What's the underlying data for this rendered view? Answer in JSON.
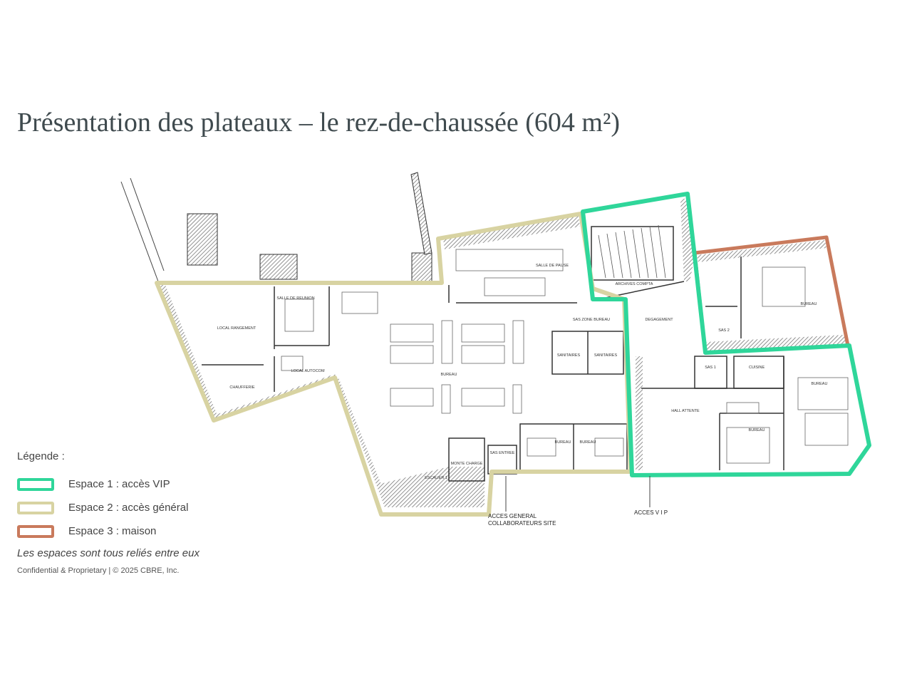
{
  "title": "Présentation des plateaux – le rez-de-chaussée (604 m²)",
  "legend": {
    "title": "Légende :",
    "items": [
      {
        "label": "Espace 1 : accès VIP",
        "color": "#2fd69a"
      },
      {
        "label": "Espace 2 : accès général",
        "color": "#d8d3a2"
      },
      {
        "label": "Espace 3 : maison",
        "color": "#c97a5c"
      }
    ],
    "note": "Les espaces sont tous reliés entre eux"
  },
  "footer": "Confidential & Proprietary | © 2025 CBRE, Inc.",
  "plan": {
    "rooms": {
      "rangement": "LOCAL RANGEMENT",
      "reunion": "SALLE DE REUNION",
      "chaufferie": "CHAUFFERIE",
      "autocom": "LOCAL AUTOCOM",
      "bureau_open": "BUREAU",
      "pause": "SALLE DE PAUSE",
      "archives": "ARCHIVES COMPTA",
      "sas_zone": "SAS ZONE BUREAU",
      "degagement": "DEGAGEMENT",
      "sanitaire1": "SANITAIRES",
      "sanitaire2": "SANITAIRES",
      "hall": "HALL ATTENTE",
      "cuisine": "CUISINE",
      "sas1": "SAS 1",
      "sas2": "SAS 2",
      "bureau_maison": "BUREAU",
      "bureau_vip1": "BUREAU",
      "bureau_vip2": "BUREAU",
      "bureau_12": "BUREAU",
      "bureau_14": "BUREAU",
      "sas_entree": "SAS ENTREE",
      "monte_charge": "MONTE CHARGE",
      "escalier": "ESCALIER 1"
    },
    "access_general_1": "ACCES GENERAL",
    "access_general_2": "COLLABORATEURS SITE",
    "access_vip": "ACCES V I P"
  }
}
